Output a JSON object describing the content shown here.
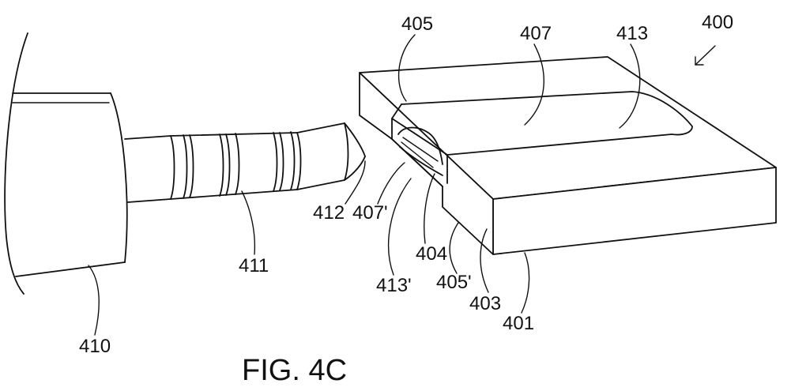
{
  "figure": {
    "caption": "FIG. 4C",
    "labels": {
      "l400": "400",
      "l405": "405",
      "l407": "407",
      "l413": "413",
      "l412": "412",
      "l407p": "407'",
      "l411": "411",
      "l404": "404",
      "l413p": "413'",
      "l405p": "405'",
      "l403": "403",
      "l401": "401",
      "l410": "410"
    }
  }
}
